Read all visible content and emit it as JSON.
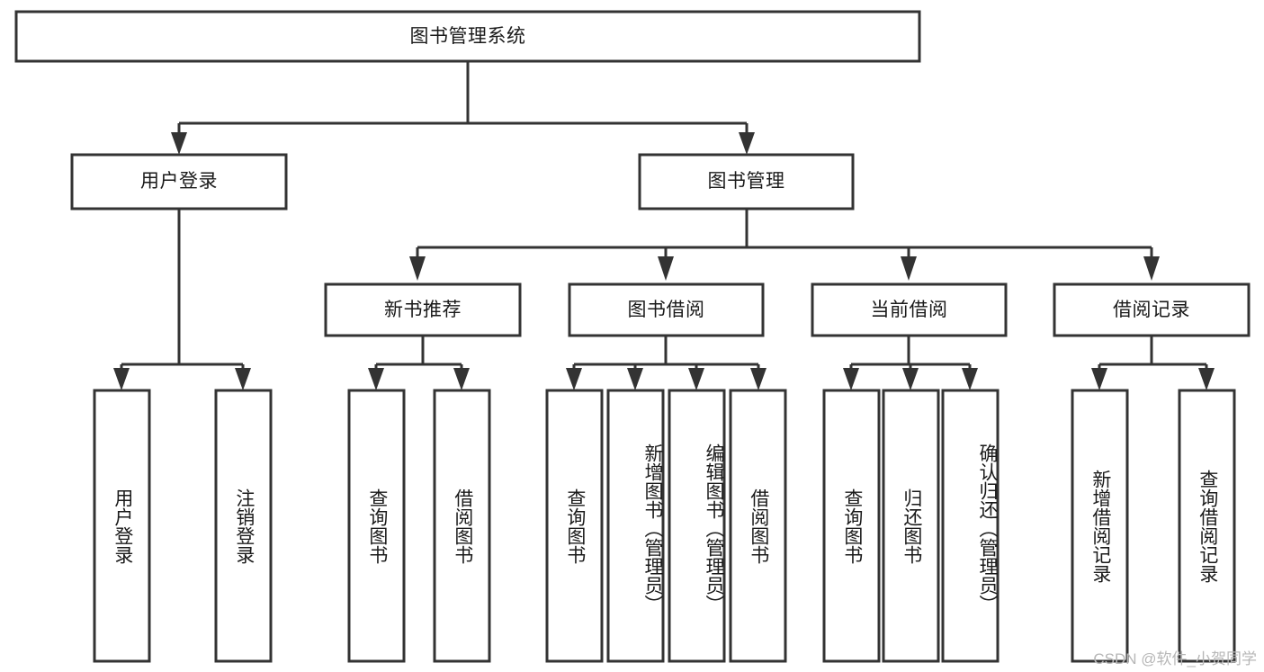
{
  "diagram": {
    "type": "tree-hierarchy-chart",
    "title": "图书管理系统",
    "watermark": "CSDN @软件_小贺同学",
    "colors": {
      "box_stroke": "#333333",
      "box_fill": "#ffffff",
      "text": "#1a1a1a",
      "background": "#ffffff",
      "watermark": "#b7b7b7"
    },
    "root": {
      "label": "图书管理系统",
      "orientation": "horizontal"
    },
    "level2": [
      {
        "label": "用户登录",
        "orientation": "horizontal"
      },
      {
        "label": "图书管理",
        "orientation": "horizontal"
      }
    ],
    "level3": [
      {
        "label": "新书推荐",
        "orientation": "horizontal"
      },
      {
        "label": "图书借阅",
        "orientation": "horizontal"
      },
      {
        "label": "当前借阅",
        "orientation": "horizontal"
      },
      {
        "label": "借阅记录",
        "orientation": "horizontal"
      }
    ],
    "leaves": {
      "user_login": [
        {
          "label": "用户登录",
          "orientation": "vertical"
        },
        {
          "label": "注销登录",
          "orientation": "vertical"
        }
      ],
      "new_book_recommend": [
        {
          "label": "查询图书",
          "orientation": "vertical"
        },
        {
          "label": "借阅图书",
          "orientation": "vertical"
        }
      ],
      "book_borrow": [
        {
          "label": "查询图书",
          "orientation": "vertical"
        },
        {
          "label": "新增图书（管理员）",
          "orientation": "vertical"
        },
        {
          "label": "编辑图书（管理员）",
          "orientation": "vertical"
        },
        {
          "label": "借阅图书",
          "orientation": "vertical"
        }
      ],
      "current_borrow": [
        {
          "label": "查询图书",
          "orientation": "vertical"
        },
        {
          "label": "归还图书",
          "orientation": "vertical"
        },
        {
          "label": "确认归还（管理员）",
          "orientation": "vertical"
        }
      ],
      "borrow_record": [
        {
          "label": "新增借阅记录",
          "orientation": "vertical"
        },
        {
          "label": "查询借阅记录",
          "orientation": "vertical"
        }
      ]
    }
  }
}
